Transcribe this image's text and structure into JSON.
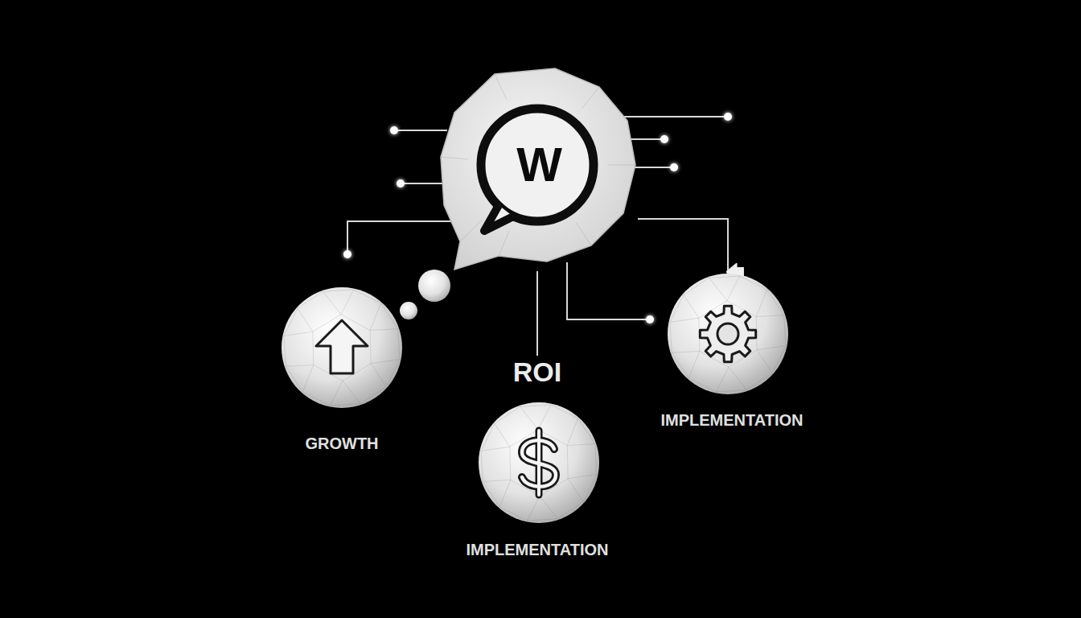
{
  "diagram": {
    "nodes": [
      {
        "text": [
          "W"
        ]
      },
      {
        "text": [
          "GROWTH"
        ]
      },
      {
        "text": [
          "ROI",
          "IMPLEMENTATION"
        ]
      },
      {
        "text": [
          "IMPLEMENTATION"
        ]
      }
    ],
    "edges": [
      {
        "from": 0,
        "to": 2,
        "arrow": "none"
      },
      {
        "from": 0,
        "to": 3,
        "arrow": "to"
      }
    ]
  }
}
